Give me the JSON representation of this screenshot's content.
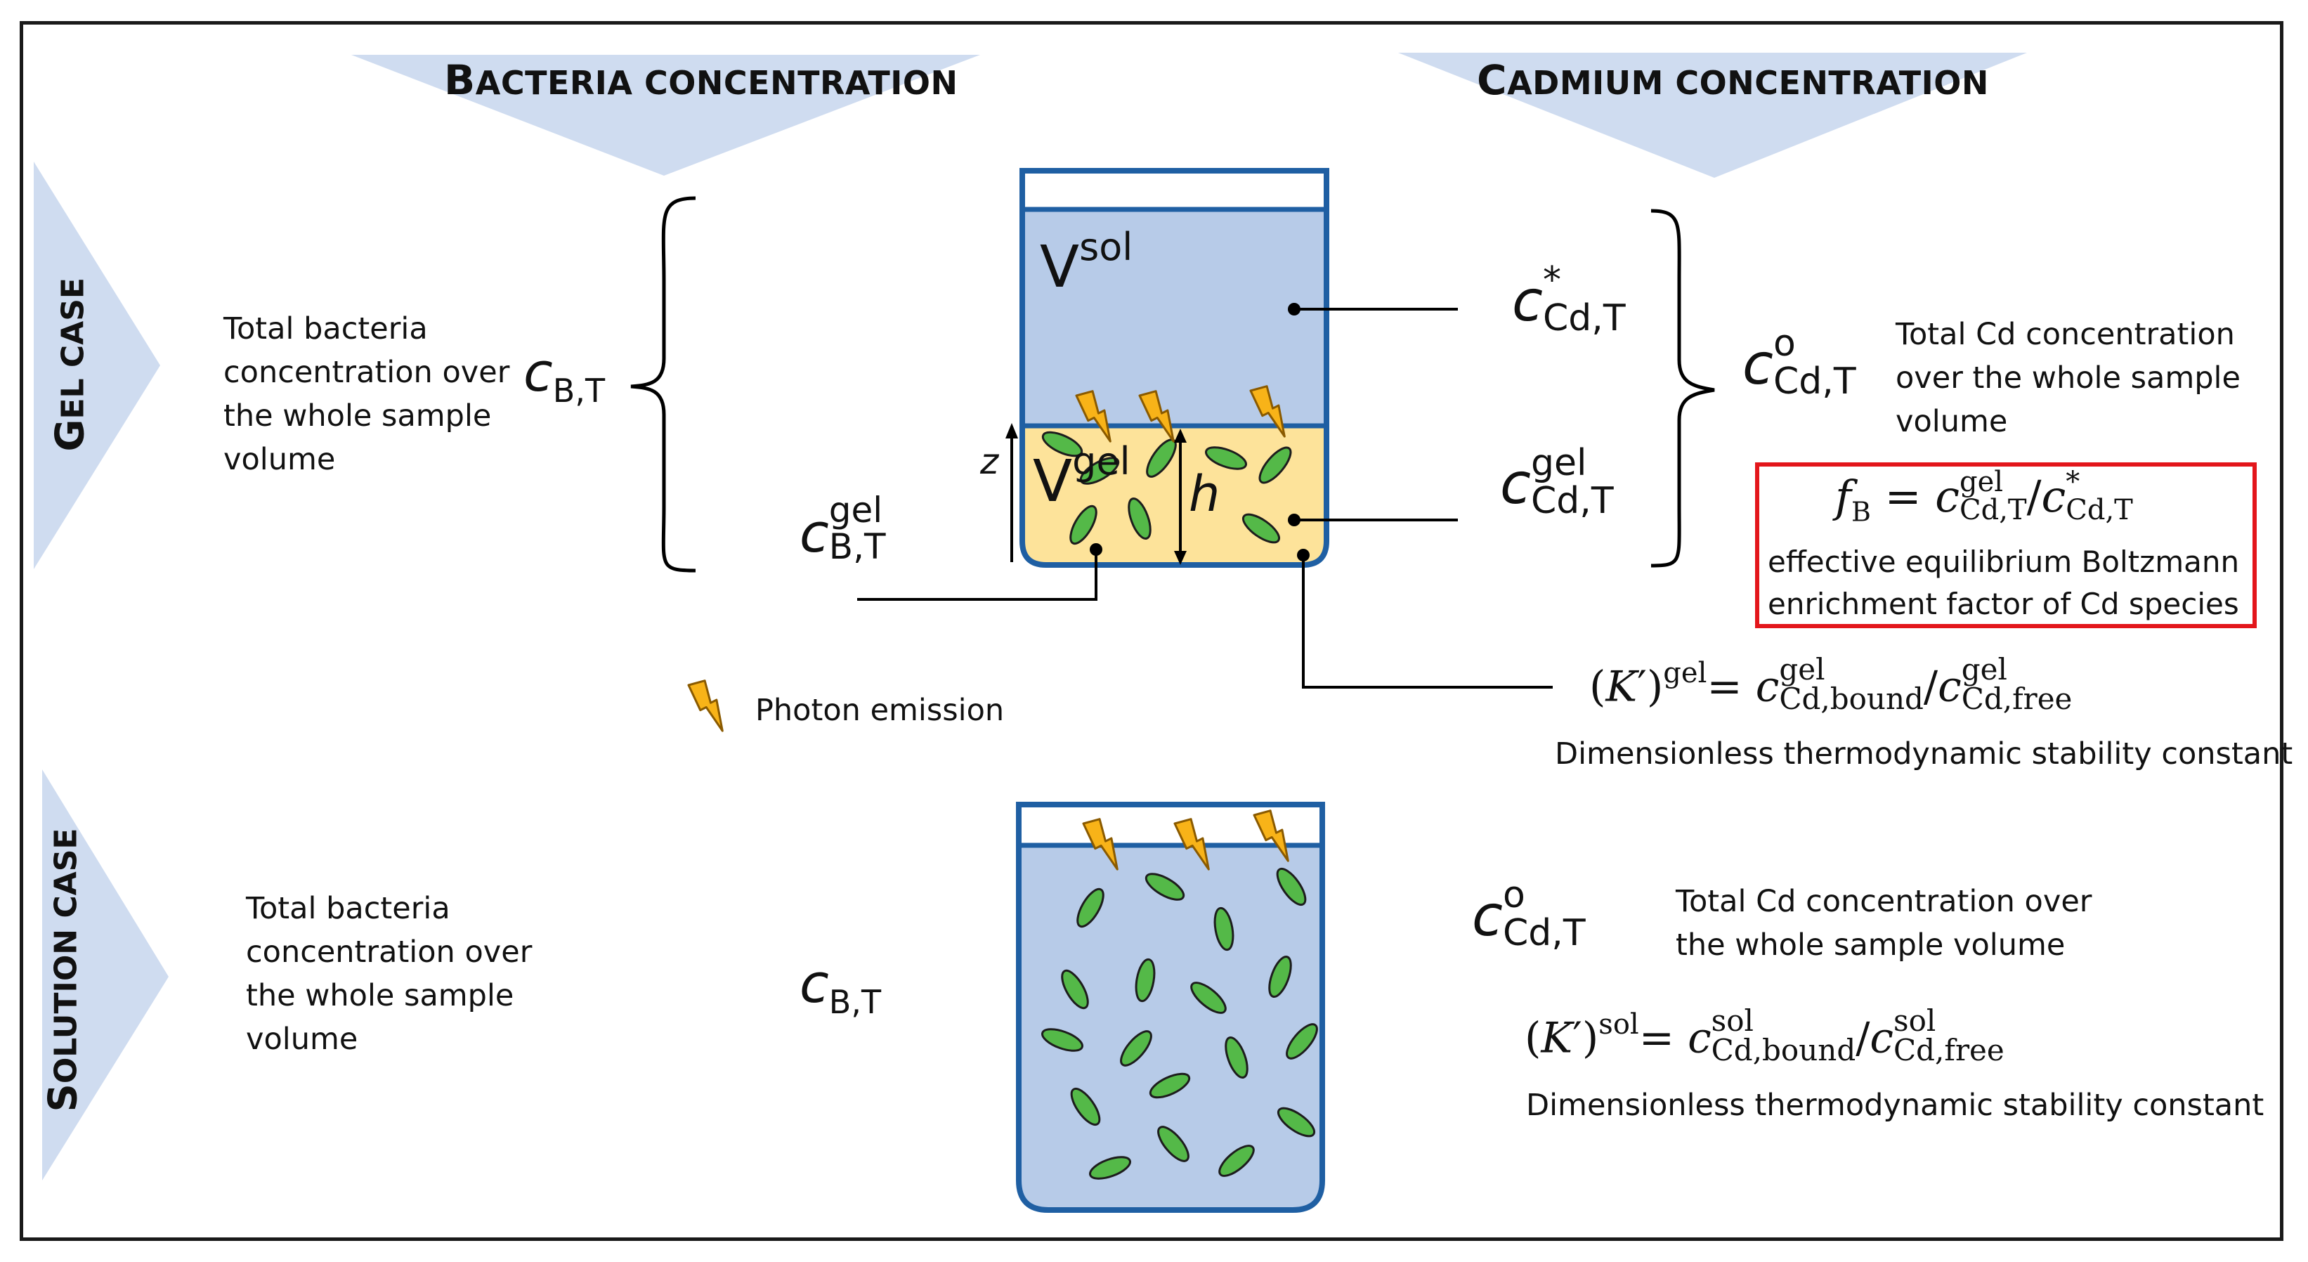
{
  "headers": {
    "bacteria": {
      "first": "B",
      "rest": "ACTERIA CONCENTRATION"
    },
    "cadmium": {
      "first": "C",
      "rest": "ADMIUM CONCENTRATION"
    }
  },
  "side_labels": {
    "gel": {
      "first": "G",
      "rest": "EL CASE"
    },
    "solution": {
      "first": "S",
      "rest": "OLUTION CASE"
    }
  },
  "gel_case": {
    "bacteria_desc": [
      "Total bacteria",
      "concentration over",
      "the whole sample",
      "volume"
    ],
    "cd_desc": [
      "Total Cd concentration",
      "over the whole sample",
      "volume"
    ],
    "box_desc": [
      "effective equilibrium Boltzmann",
      "enrichment factor of Cd species"
    ],
    "stability_desc": "Dimensionless thermodynamic stability constant",
    "symbols": {
      "c": "c",
      "sub_BT": "B,T",
      "sup_gel": "gel",
      "sub_CdT": "Cd,T",
      "sup_star": "*",
      "sup_o": "o",
      "V": "V",
      "sup_sol": "sol",
      "z": "z",
      "h": "h"
    },
    "fB_eq": {
      "f": "f",
      "sub_B": "B",
      "eq": " = ",
      "c": "c",
      "sup_gel": "gel",
      "sub_CdT": "Cd,T",
      "slash": "/",
      "sup_star": "*"
    },
    "K_gel_eq": {
      "open": "(",
      "K": "K",
      "prime": "′",
      "close": ")",
      "sup": "gel",
      "eq": "= ",
      "c": "c",
      "sub_bound": "Cd,bound",
      "slash": "/",
      "sub_free": "Cd,free"
    }
  },
  "legend": {
    "photon": "Photon emission"
  },
  "solution_case": {
    "bacteria_desc": [
      "Total bacteria",
      "concentration over",
      "the whole sample",
      "volume"
    ],
    "cd_desc": [
      "Total Cd concentration over",
      "the whole sample volume"
    ],
    "stability_desc": "Dimensionless thermodynamic stability constant",
    "K_sol_eq": {
      "open": "(",
      "K": "K",
      "prime": "′",
      "close": ")",
      "sup": "sol",
      "eq": "= ",
      "c": "c",
      "sub_bound": "Cd,bound",
      "slash": "/",
      "sub_free": "Cd,free"
    }
  },
  "colors": {
    "arrow_fill": "#cfdcf0",
    "solution_fill": "#b7cbe8",
    "gel_fill": "#fde39a",
    "container_stroke": "#1f5fa3",
    "bacteria": "#54b948",
    "bolt": "#f8b318",
    "box_red": "#e3161b"
  }
}
